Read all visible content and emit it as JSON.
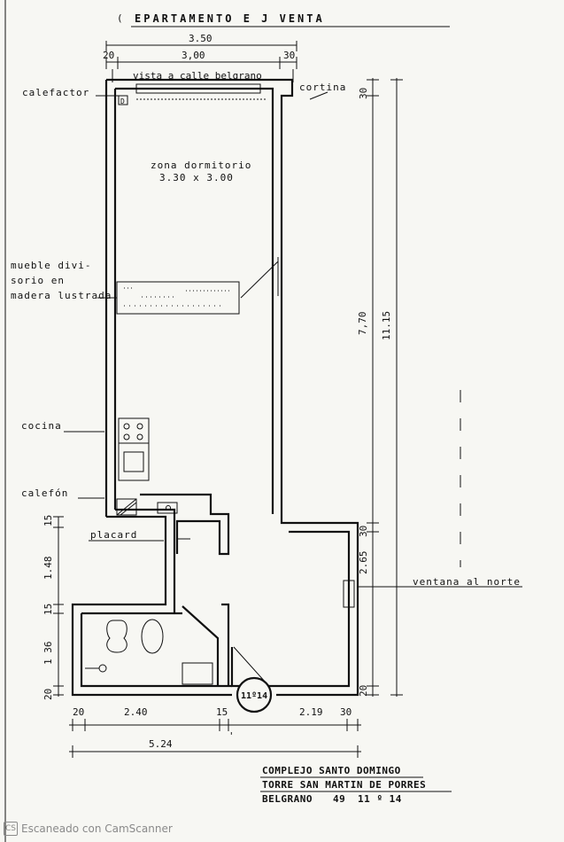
{
  "title": "EPARTAMENTO E J VENTA",
  "labels": {
    "calefactor": "calefactor",
    "vista": "vista a calle belgrano",
    "cortina": "cortina",
    "zona": "zona dormitorio",
    "zona_size": "3.30 x 3.00",
    "mueble_1": "mueble divi-",
    "mueble_2": "sorio en",
    "mueble_3": "madera lustrada",
    "cocina": "cocina",
    "calefon": "calefón",
    "placard": "placard",
    "ventana": "ventana al norte",
    "seal": "11º14"
  },
  "dims": {
    "top_total": "3.50",
    "top_20": "20",
    "top_300": "3,00",
    "top_30": "30",
    "right_30_top": "30",
    "right_770": "7,70",
    "right_1115": "11.15",
    "right_30_mid": "30",
    "right_265": "2.65",
    "right_20": "20",
    "left_15_a": "15",
    "left_148": "1.48",
    "left_15_b": "15",
    "left_136": "1 36",
    "left_20": "20",
    "bot_20": "20",
    "bot_240": "2.40",
    "bot_15": "15",
    "bot_219": "2.19",
    "bot_30": "30",
    "bot_total": "5.24"
  },
  "footer": {
    "line1": "COMPLEJO SANTO DOMINGO",
    "line2": "TORRE SAN MARTIN DE PORRES",
    "line3_a": "BELGRANO",
    "line3_b": "49",
    "line3_c": "11 º 14"
  },
  "watermark": {
    "icon": "camscanner-icon",
    "text": "Escaneado con CamScanner"
  }
}
